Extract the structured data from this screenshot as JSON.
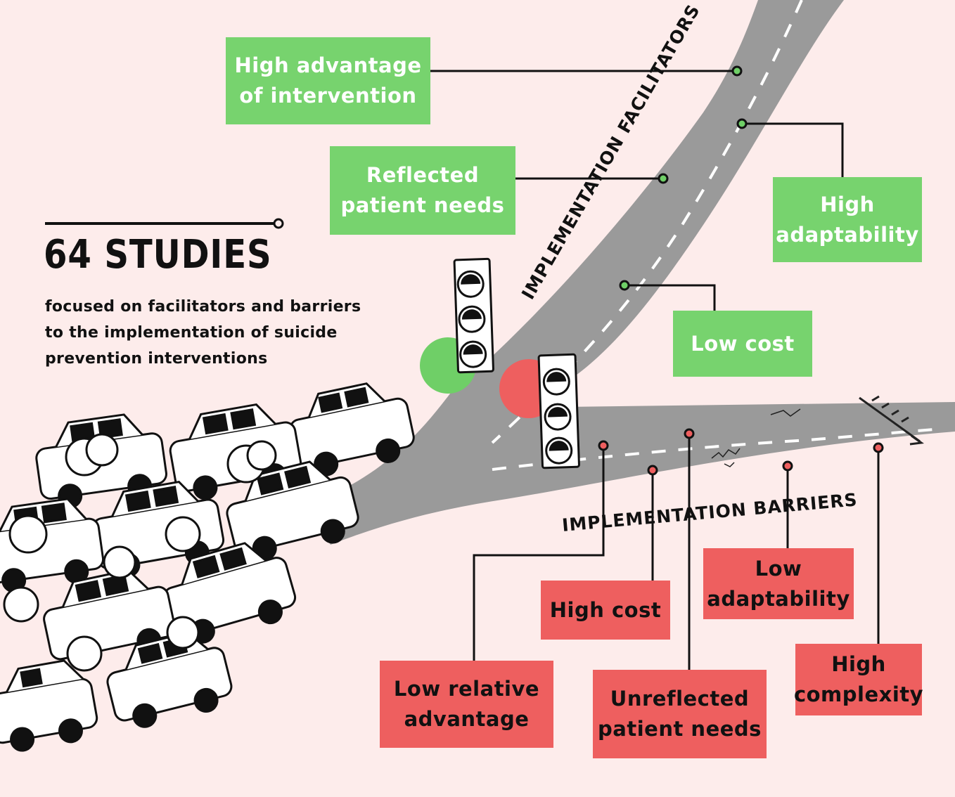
{
  "header": {
    "count_title": "64 STUDIES",
    "description_lines": [
      "focused on facilitators and barriers",
      "to the implementation of suicide",
      "prevention interventions"
    ]
  },
  "road_labels": {
    "facilitators": "IMPLEMENTATION FACILITATORS",
    "barriers": "IMPLEMENTATION BARRIERS"
  },
  "facilitators": [
    {
      "lines": [
        "High advantage",
        "of intervention"
      ]
    },
    {
      "lines": [
        "Reflected",
        "patient needs"
      ]
    },
    {
      "lines": [
        "High",
        "adaptability"
      ]
    },
    {
      "lines": [
        "Low cost"
      ]
    }
  ],
  "barriers": [
    {
      "lines": [
        "Low relative",
        "advantage"
      ]
    },
    {
      "lines": [
        "High cost"
      ]
    },
    {
      "lines": [
        "Unreflected",
        "patient needs"
      ]
    },
    {
      "lines": [
        "Low",
        "adaptability"
      ]
    },
    {
      "lines": [
        "High",
        "complexity"
      ]
    }
  ],
  "colors": {
    "background": "#fdeceb",
    "road": "#9a9a9a",
    "facilitator_green": "#77d36e",
    "barrier_red": "#ee5f5f",
    "ink": "#111111"
  }
}
